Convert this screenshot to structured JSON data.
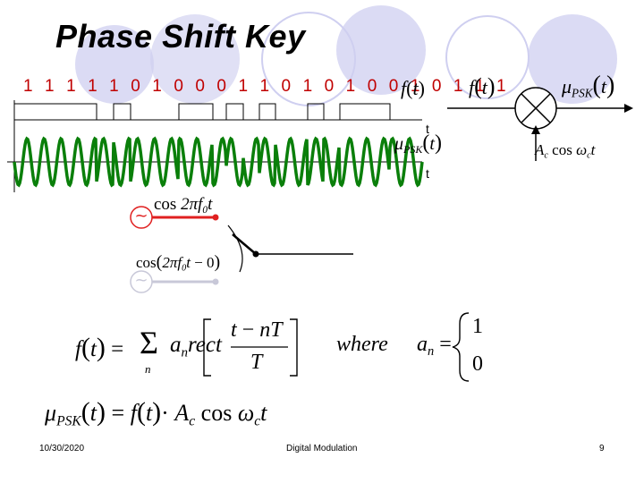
{
  "slide": {
    "title": "Phase Shift Key",
    "bit_sequence": "1 1 1 1 1 0 1 0 0 0 1 1 0 1 0 1 0 0 1 0 1 1 1",
    "footer_date": "10/30/2020",
    "footer_center": "Digital Modulation",
    "page_number": "9"
  },
  "labels": {
    "ft": "f(t)",
    "mu_psk_t_graph": "μPSK(t)",
    "axis_t_top": "t",
    "axis_t_bottom": "t",
    "block_in": "f(t)",
    "block_out": "μPSK(t)",
    "carrier": "Ac cos ωct",
    "osc1": "cos 2πf0t",
    "osc2": "cos(2πf0t − 0)",
    "where": "where"
  },
  "equations": {
    "eq1_lhs": "f(t) = Σ an rect[(t − nT)/T]",
    "eq1_an": "an = {1, 0}",
    "eq2": "μPSK(t) = f(t) · Ac cos ωct"
  },
  "colors": {
    "bits": "#c00000",
    "carrier_wave": "#0a7f0a",
    "osc_active": "#e02020",
    "osc_inactive": "#c8c8d8",
    "decor_circles": "#cfcff0"
  }
}
